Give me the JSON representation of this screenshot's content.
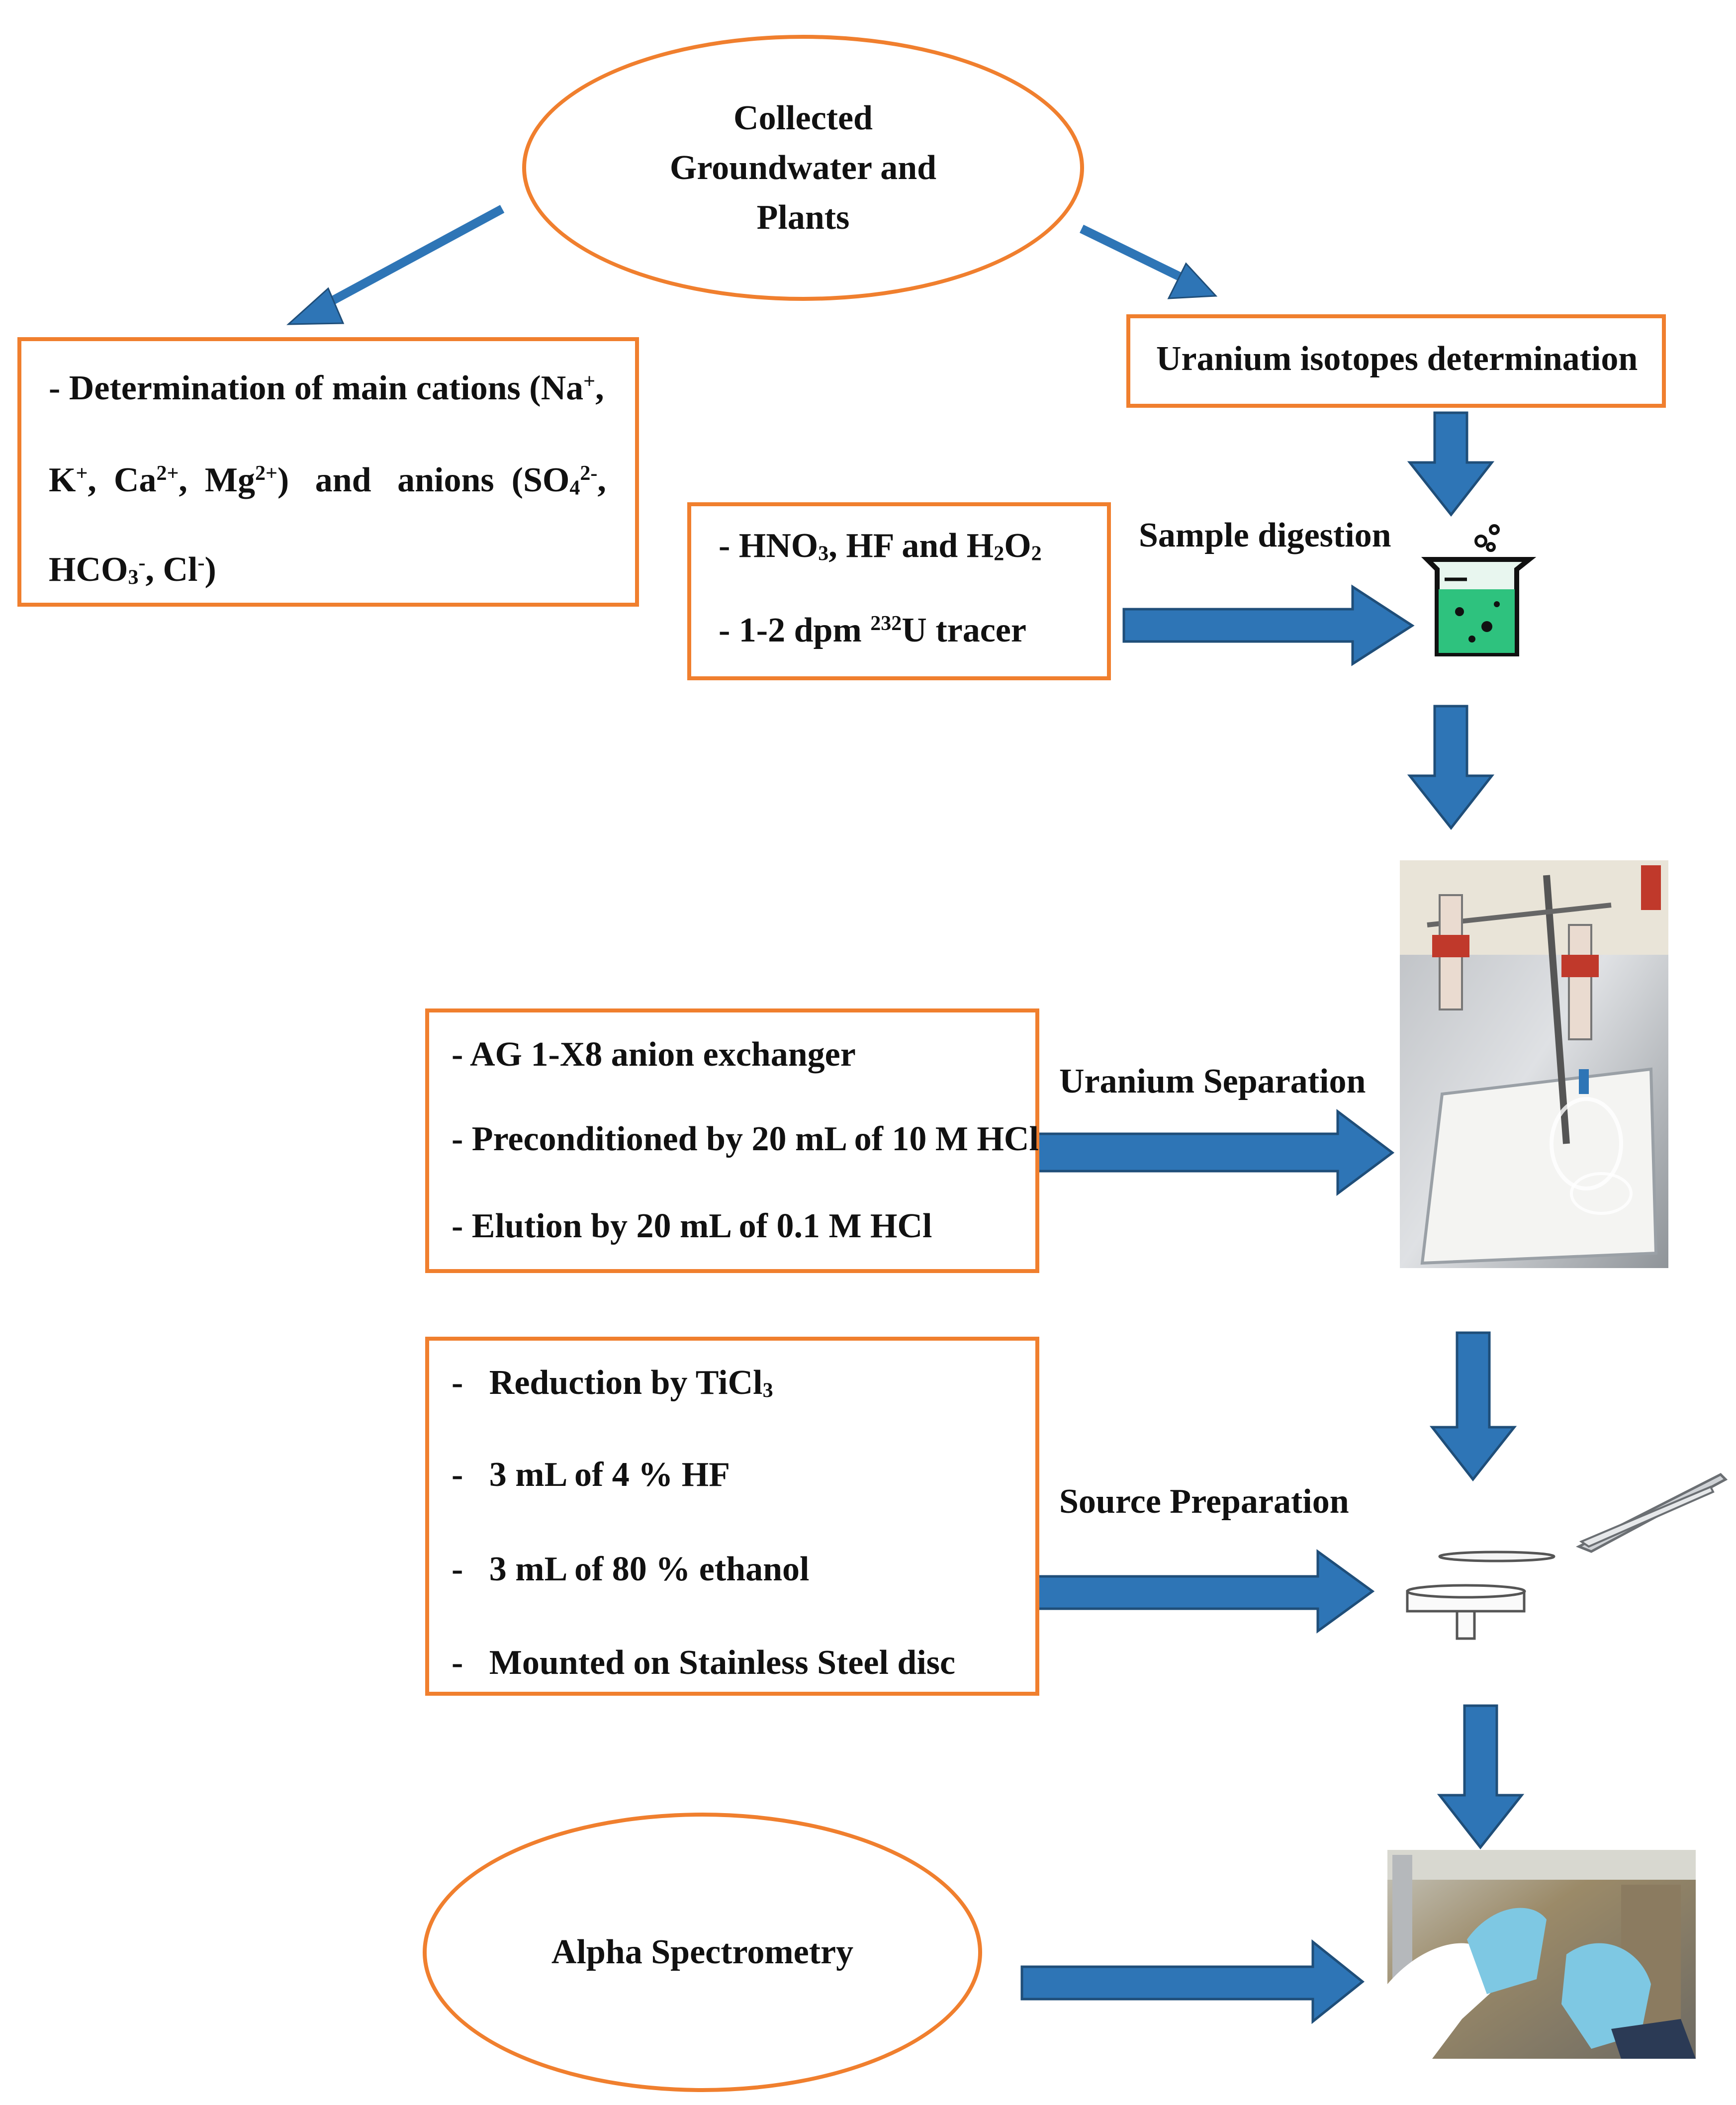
{
  "start_oval": {
    "line1": "Collected",
    "line2": "Groundwater and",
    "line3": "Plants"
  },
  "left_box": {
    "l1_a": "- Determination of main cations (Na",
    "l1_sup": "+",
    "l1_b": ",",
    "l2_a": "K",
    "l2_sup1": "+",
    "l2_b": ",  Ca",
    "l2_sup2": "2+",
    "l2_c": ",  Mg",
    "l2_sup3": "2+",
    "l2_d": ")   and   anions  (SO",
    "l2_sub": "4",
    "l2_sup4": "2-",
    "l2_e": ",",
    "l3_a": "HCO",
    "l3_sub": "3",
    "l3_sup1": "-",
    "l3_b": ", Cl",
    "l3_sup2": "-",
    "l3_c": ")"
  },
  "uranium_box": {
    "text": "Uranium isotopes determination"
  },
  "digestion_box": {
    "l1_a": "- HNO",
    "l1_sub1": "3",
    "l1_b": ", HF and H",
    "l1_sub2": "2",
    "l1_c": "O",
    "l1_sub3": "2",
    "l2_a": "- 1-2 dpm ",
    "l2_sup": "232",
    "l2_b": "U tracer"
  },
  "labels": {
    "sample_digestion": "Sample digestion",
    "uranium_separation": "Uranium Separation",
    "source_preparation": "Source Preparation"
  },
  "separation_box": {
    "items": [
      "- AG 1-X8 anion exchanger",
      "- Preconditioned by 20 mL of 10 M HCl",
      "- Elution by 20 mL of 0.1 M HCl"
    ]
  },
  "source_box": {
    "l1_a": "-   Reduction by TiCl",
    "l1_sub": "3",
    "items": [
      "-   3 mL of 4 % HF",
      "-   3 mL of 80 % ethanol",
      "-   Mounted on Stainless Steel disc"
    ]
  },
  "end_oval": {
    "text": "Alpha Spectrometry"
  },
  "colors": {
    "box_border": "#f07f2e",
    "arrow": "#2e75b6",
    "arrow_dark": "#1f4e79",
    "beaker_liquid": "#2ec27e"
  }
}
